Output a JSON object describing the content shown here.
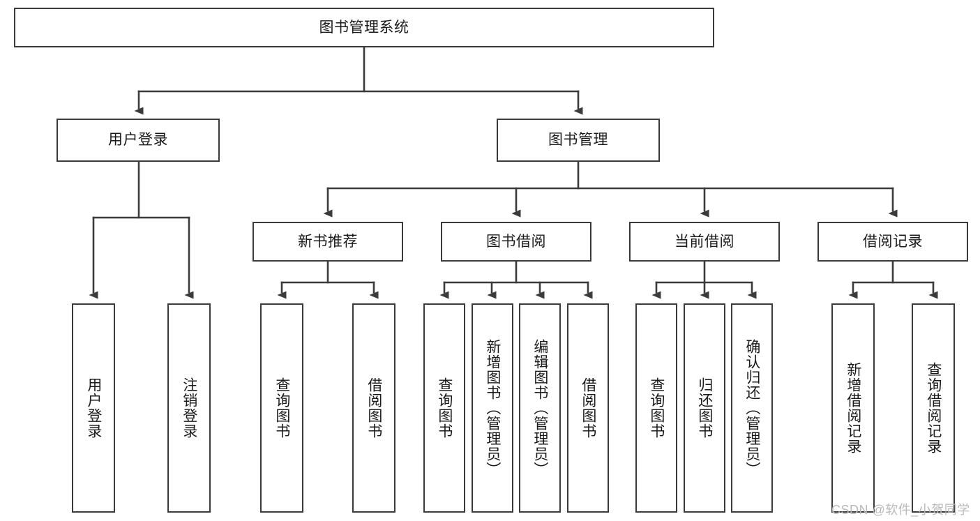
{
  "diagram": {
    "type": "hierarchy-tree",
    "title": "图书管理系统",
    "root": {
      "id": "root",
      "label": "图书管理系统"
    },
    "level2": [
      {
        "id": "user-login",
        "label": "用户登录"
      },
      {
        "id": "book-manage",
        "label": "图书管理"
      }
    ],
    "level3": [
      {
        "id": "new-book-rec",
        "label": "新书推荐",
        "parent": "book-manage"
      },
      {
        "id": "book-borrow",
        "label": "图书借阅",
        "parent": "book-manage"
      },
      {
        "id": "current-borrow",
        "label": "当前借阅",
        "parent": "book-manage"
      },
      {
        "id": "borrow-record",
        "label": "借阅记录",
        "parent": "book-manage"
      }
    ],
    "leaves": [
      {
        "id": "leaf-user-login",
        "label": "用户登录",
        "parent": "user-login"
      },
      {
        "id": "leaf-logout-login",
        "label": "注销登录",
        "parent": "user-login"
      },
      {
        "id": "leaf-query-book-1",
        "label": "查询图书",
        "parent": "new-book-rec"
      },
      {
        "id": "leaf-borrow-book-1",
        "label": "借阅图书",
        "parent": "new-book-rec"
      },
      {
        "id": "leaf-query-book-2",
        "label": "查询图书",
        "parent": "book-borrow"
      },
      {
        "id": "leaf-add-book",
        "label": "新增图书（管理员）",
        "parent": "book-borrow"
      },
      {
        "id": "leaf-edit-book",
        "label": "编辑图书（管理员）",
        "parent": "book-borrow"
      },
      {
        "id": "leaf-borrow-book-2",
        "label": "借阅图书",
        "parent": "book-borrow"
      },
      {
        "id": "leaf-query-book-3",
        "label": "查询图书",
        "parent": "current-borrow"
      },
      {
        "id": "leaf-return-book",
        "label": "归还图书",
        "parent": "current-borrow"
      },
      {
        "id": "leaf-confirm-return",
        "label": "确认归还（管理员）",
        "parent": "current-borrow"
      },
      {
        "id": "leaf-add-record",
        "label": "新增借阅记录",
        "parent": "borrow-record"
      },
      {
        "id": "leaf-query-record",
        "label": "查询借阅记录",
        "parent": "borrow-record"
      }
    ],
    "colors": {
      "box_border": "#3b3b3b",
      "box_fill": "#ffffff",
      "connector": "#3b3b3b",
      "text": "#1a1a1a",
      "background": "#ffffff",
      "watermark": "#b9b9b9"
    }
  },
  "watermark": {
    "text": "CSDN @软件_小贺同学"
  }
}
